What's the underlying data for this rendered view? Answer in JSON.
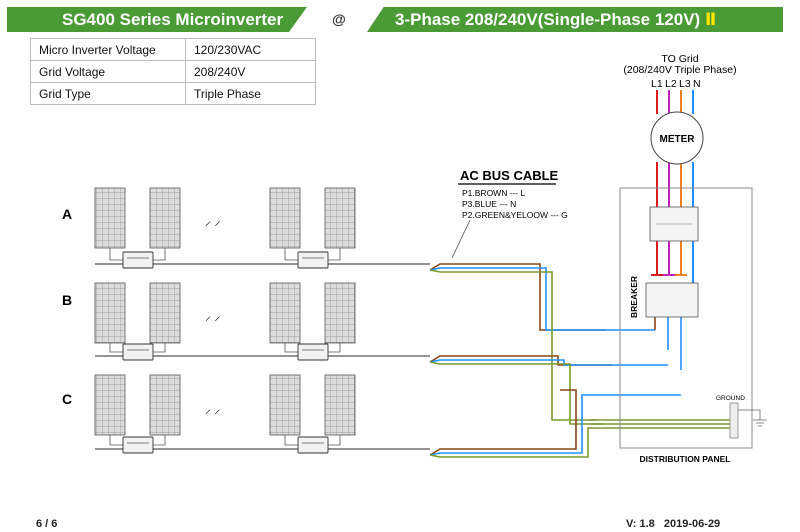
{
  "header": {
    "left_title": "SG400 Series Microinverter",
    "connector": "@",
    "right_title": "3-Phase 208/240V(Single-Phase 120V)",
    "right_numeral": "Ⅱ"
  },
  "specs": [
    {
      "label": "Micro Inverter Voltage",
      "value": "120/230VAC"
    },
    {
      "label": "Grid  Voltage",
      "value": "208/240V"
    },
    {
      "label": "Grid Type",
      "value": "Triple Phase"
    }
  ],
  "diagram": {
    "branches": [
      {
        "label": "A",
        "ellipsis": "⸝ ⸝"
      },
      {
        "label": "B",
        "ellipsis": "⸝ ⸝"
      },
      {
        "label": "C",
        "ellipsis": "⸝ ⸝"
      }
    ],
    "inverter_label": "",
    "ac_bus_cable": {
      "title": "AC BUS CABLE",
      "pins": [
        "P1.BROWN --- L",
        "P3.BLUE --- N",
        "P2.GREEN&YELOOW --- G"
      ]
    },
    "grid": {
      "title": "TO Grid",
      "subtitle": "(208/240V Triple Phase)",
      "phases": [
        "L1",
        "L2",
        "L3",
        "N"
      ]
    },
    "meter_label": "METER",
    "breaker_label": "BREAKER",
    "ground_label": "GROUND",
    "panel_label": "DISTRIBUTION PANEL",
    "colors": {
      "brown": "#8b4513",
      "blue": "#1e90ff",
      "green": "#7a9a2c",
      "red": "#d62020",
      "magenta": "#c020c0",
      "orange": "#f08020",
      "header_green": "#4a9a35"
    }
  },
  "footer": {
    "page": "6 / 6",
    "version": "V: 1.8   2019-06-29"
  }
}
